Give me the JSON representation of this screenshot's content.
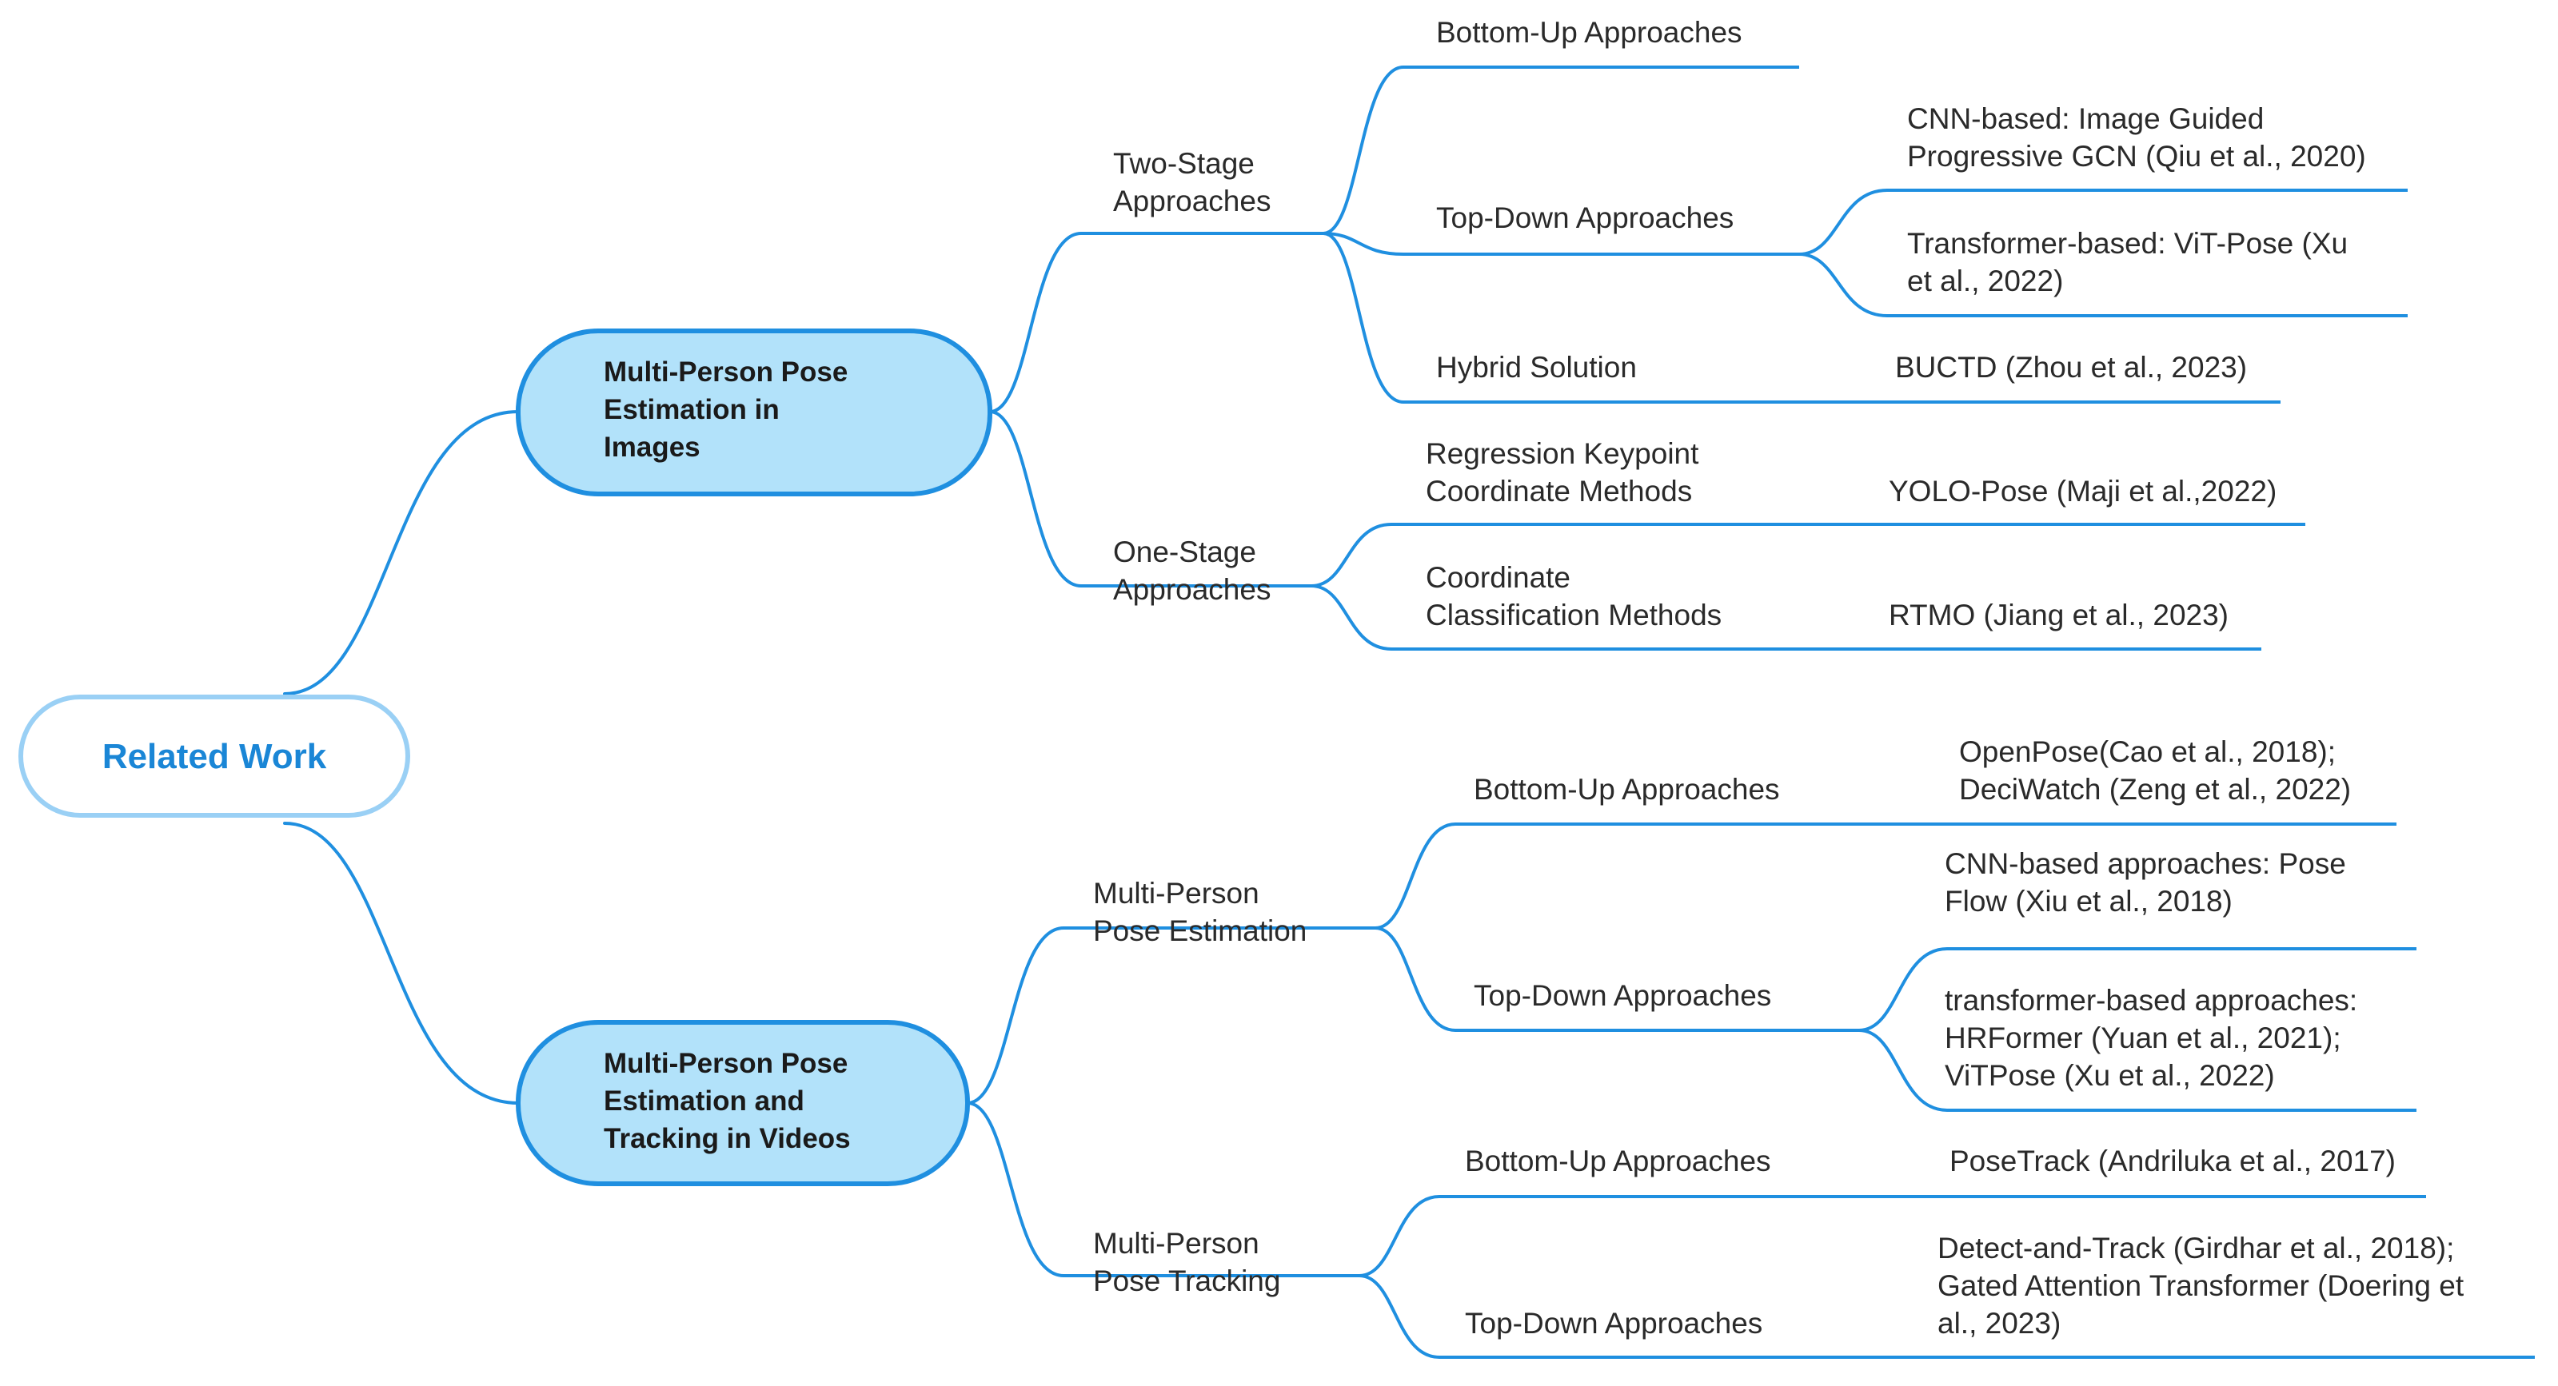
{
  "root": {
    "label": "Related Work"
  },
  "branches": [
    {
      "label_lines": [
        "Multi-Person Pose",
        "Estimation in",
        "Images"
      ],
      "groups": [
        {
          "label_lines": [
            "Two-Stage",
            "Approaches"
          ],
          "children": [
            {
              "label_lines": [
                "Bottom-Up Approaches"
              ],
              "leaves": []
            },
            {
              "label_lines": [
                "Top-Down Approaches"
              ],
              "leaves": [
                {
                  "label_lines": [
                    "CNN-based: Image Guided",
                    "Progressive GCN (Qiu  et al., 2020)"
                  ]
                },
                {
                  "label_lines": [
                    "Transformer-based: ViT-Pose (Xu",
                    "et al., 2022)"
                  ]
                }
              ]
            },
            {
              "label_lines": [
                "Hybrid Solution"
              ],
              "leaves": [
                {
                  "label_lines": [
                    "BUCTD (Zhou  et al., 2023)"
                  ]
                }
              ]
            }
          ]
        },
        {
          "label_lines": [
            "One-Stage",
            "Approaches"
          ],
          "children": [
            {
              "label_lines": [
                "Regression Keypoint",
                "Coordinate Methods"
              ],
              "leaves": [
                {
                  "label_lines": [
                    "YOLO-Pose (Maji  et al.,2022)"
                  ]
                }
              ]
            },
            {
              "label_lines": [
                "Coordinate",
                "Classification Methods"
              ],
              "leaves": [
                {
                  "label_lines": [
                    "RTMO (Jiang  et al., 2023)"
                  ]
                }
              ]
            }
          ]
        }
      ]
    },
    {
      "label_lines": [
        "Multi-Person Pose",
        "Estimation and",
        "Tracking in Videos"
      ],
      "groups": [
        {
          "label_lines": [
            "Multi-Person",
            "Pose Estimation"
          ],
          "children": [
            {
              "label_lines": [
                "Bottom-Up Approaches"
              ],
              "leaves": [
                {
                  "label_lines": [
                    "OpenPose(Cao et al., 2018);",
                    "DeciWatch (Zeng et al., 2022)"
                  ]
                }
              ]
            },
            {
              "label_lines": [
                "Top-Down Approaches"
              ],
              "leaves": [
                {
                  "label_lines": [
                    "CNN-based approaches: Pose",
                    "Flow (Xiu et al., 2018)"
                  ]
                },
                {
                  "label_lines": [
                    "transformer-based approaches:",
                    "HRFormer  (Yuan et al., 2021);",
                    "ViTPose (Xu et al., 2022)"
                  ]
                }
              ]
            }
          ]
        },
        {
          "label_lines": [
            "Multi-Person",
            "Pose Tracking"
          ],
          "children": [
            {
              "label_lines": [
                "Bottom-Up Approaches"
              ],
              "leaves": [
                {
                  "label_lines": [
                    "PoseTrack (Andriluka et al., 2017)"
                  ]
                }
              ]
            },
            {
              "label_lines": [
                "Top-Down Approaches"
              ],
              "leaves": [
                {
                  "label_lines": [
                    "Detect-and-Track (Girdhar et al., 2018);",
                    "Gated Attention Transformer (Doering et",
                    "al., 2023)"
                  ]
                }
              ]
            }
          ]
        }
      ]
    }
  ]
}
